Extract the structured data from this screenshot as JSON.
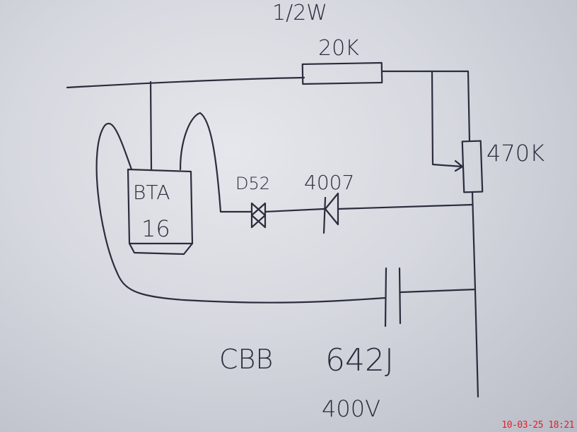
{
  "labels": {
    "resistor_power": "1/2W",
    "resistor_value": "20K",
    "potentiometer": "470K",
    "triac_line1": "BTA",
    "triac_line2": "16",
    "diac": "D52",
    "diode": "4007",
    "capacitor_type": "CBB",
    "capacitor_code": "642J",
    "capacitor_voltage": "400V"
  },
  "timestamp": "10-03-25 18:21",
  "colors": {
    "ink": "#2a2d3c",
    "timestamp": "#e0202a",
    "paper": "#d6d8df"
  }
}
